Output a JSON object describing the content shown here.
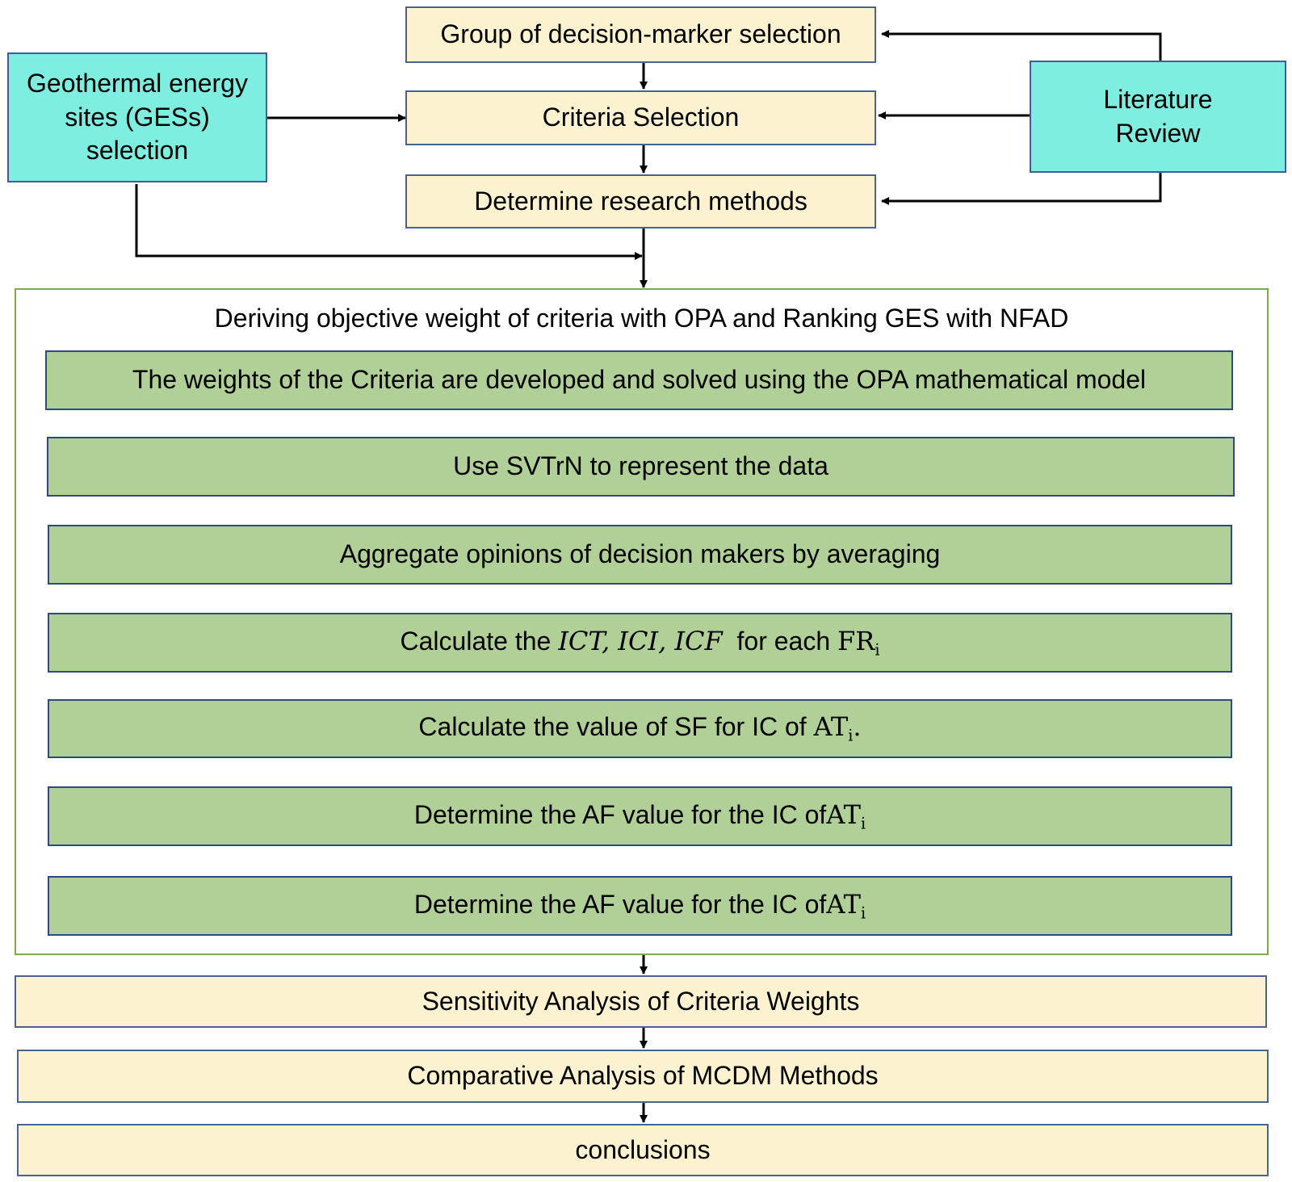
{
  "top": {
    "decision_group": "Group of decision-marker selection",
    "criteria": "Criteria Selection",
    "methods": "Determine research methods",
    "ges_selection": "Geothermal energy sites (GESs) selection",
    "literature": "Literature Review"
  },
  "frame": {
    "title": "Deriving objective weight of criteria with OPA and Ranking GES with NFAD"
  },
  "steps": {
    "weights": "The weights of the Criteria are developed and solved using the OPA mathematical model",
    "svtrn": "Use SVTrN to represent the data",
    "aggregate": "Aggregate opinions of decision makers by averaging",
    "calc_ict_prefix": "Calculate the",
    "calc_ict_vars": "ICT, ICI, ICF",
    "calc_ict_mid": "for each",
    "calc_ict_sym": "FR",
    "calc_ict_sub": "i",
    "sf_prefix": "Calculate the value of SF for IC of",
    "sf_sym": "AT",
    "sf_sub": "i",
    "sf_suffix": ".",
    "af1_prefix": "Determine the AF value for the IC of",
    "af1_sym": "AT",
    "af1_sub": "i",
    "af2_prefix": "Determine the AF value for the IC of",
    "af2_sym": "AT",
    "af2_sub": "i"
  },
  "bottom": {
    "sensitivity": "Sensitivity Analysis of Criteria Weights",
    "comparative": "Comparative Analysis of MCDM Methods",
    "conclusions": "conclusions"
  },
  "colors": {
    "cream": "#fdf2d0",
    "teal": "#7eeee0",
    "green": "#b0d097",
    "frame_border": "#7fa84c",
    "box_border": "#3f5d9a"
  }
}
